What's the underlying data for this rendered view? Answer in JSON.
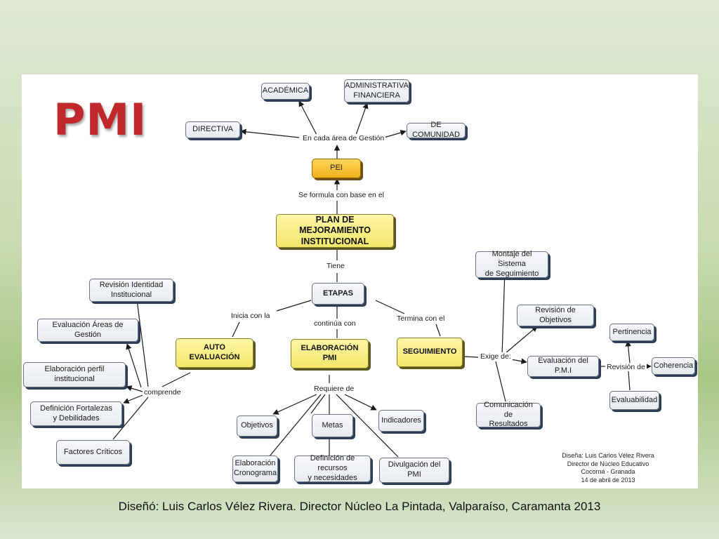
{
  "title": "PMI",
  "nodes": {
    "academica": "ACADÉMICA",
    "administrativa": "ADMINISTRATIVA\nFINANCIERA",
    "directiva": "DIRECTIVA",
    "comunidad": "DE COMUNIDAD",
    "pei": "PEI",
    "plan": "PLAN DE MEJORAMIENTO\nINSTITUCIONAL",
    "etapas": "ETAPAS",
    "auto": "AUTO EVALUACIÓN",
    "elaboracion": "ELABORACIÓN  PMI",
    "seguimiento": "SEGUIMIENTO",
    "revision_identidad": "Revisión Identidad\nInstitucional",
    "evaluacion_areas": "Evaluación Áreas de Gestión",
    "perfil": "Elaboración perfil institucional",
    "fortalezas": "Definición Fortalezas\ny Debilidades",
    "factores": "Factores Críticos",
    "objetivos": "Objetivos",
    "metas": "Metas",
    "indicadores": "Indicadores",
    "cronograma": "Elaboración\nCronograma",
    "recursos": "Definición de recursos\ny necesidades",
    "divulgacion": "Divulgación del PMI",
    "montaje": "Montaje del Sistema\nde Seguimiento",
    "revision_objetivos": "Revisión de Objetivos",
    "evaluacion_pmi": "Evaluación del P.M.I",
    "comunicacion": "Comunicación de\nResultados",
    "pertinencia": "Pertinencia",
    "coherencia": "Coherencia",
    "evaluabilidad": "Evaluabilidad"
  },
  "labels": {
    "en_cada_area": "En cada área de Gestión",
    "se_formula": "Se formula con base en  el",
    "tiene": "Tiene",
    "inicia": "Inicia con  la",
    "continua": "continúa con",
    "termina": "Termina con el",
    "comprende": "comprende",
    "requiere": "Requiere de",
    "exige": "Exige de:",
    "revision_de": "Revisión de"
  },
  "credit": {
    "line1": "Diseña: Luis Carlos Vélez Rivera",
    "line2": "Director de Núcleo Educativo",
    "line3": "Cocorná - Granada",
    "line4": "14 de abril de 2013"
  },
  "footer": "Diseñó: Luis Carlos Vélez Rivera. Director Núcleo La Pintada, Valparaíso, Caramanta  2013"
}
